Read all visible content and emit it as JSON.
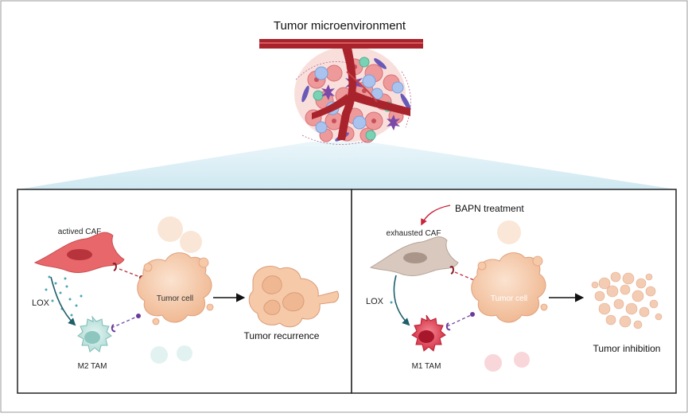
{
  "title": "Tumor microenvironment",
  "left_panel": {
    "caf_label": "actived CAF",
    "lox_label": "LOX",
    "tam_label": "M2 TAM",
    "tumor_cell_label": "Tumor cell",
    "outcome_label": "Tumor recurrence"
  },
  "right_panel": {
    "treatment_label": "BAPN treatment",
    "caf_label": "exhausted CAF",
    "lox_label": "LOX",
    "tam_label": "M1 TAM",
    "tumor_cell_label": "Tumor cell",
    "outcome_label": "Tumor inhibition"
  },
  "colors": {
    "vessel": "#a8232b",
    "active_caf": "#e8676a",
    "exhausted_caf": "#cdbdb3",
    "m2_tam": "#bfe3df",
    "m1_tam": "#e0354a",
    "tumor_cell": "#f6c9a8",
    "lox_dots": "#4ba6b3",
    "fan": "#d9eef5"
  }
}
